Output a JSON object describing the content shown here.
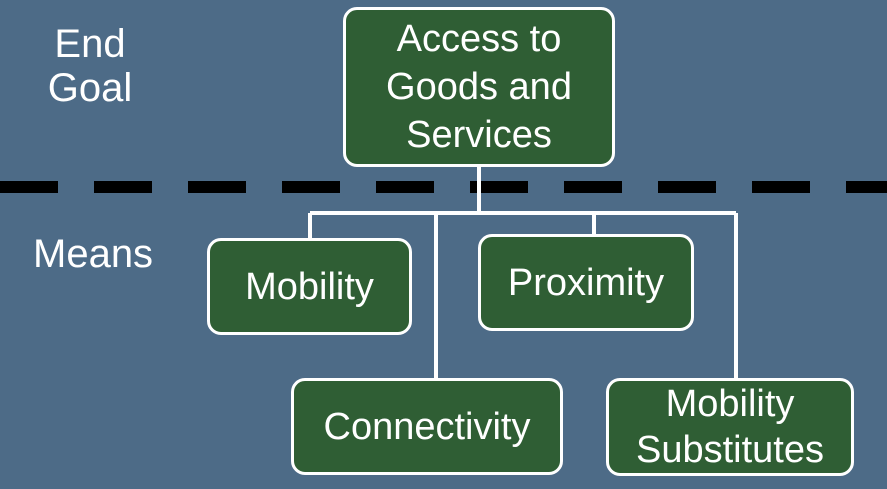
{
  "labels": {
    "end_goal_line1": "End",
    "end_goal_line2": "Goal",
    "means": "Means"
  },
  "nodes": {
    "goal": "Access to Goods and Services",
    "mobility": "Mobility",
    "proximity": "Proximity",
    "connectivity": "Connectivity",
    "mobility_substitutes": "Mobility Substitutes"
  },
  "colors": {
    "background": "#4d6b87",
    "box_fill": "#2f5e34",
    "box_border": "#ffffff",
    "dash_line": "#000000"
  }
}
